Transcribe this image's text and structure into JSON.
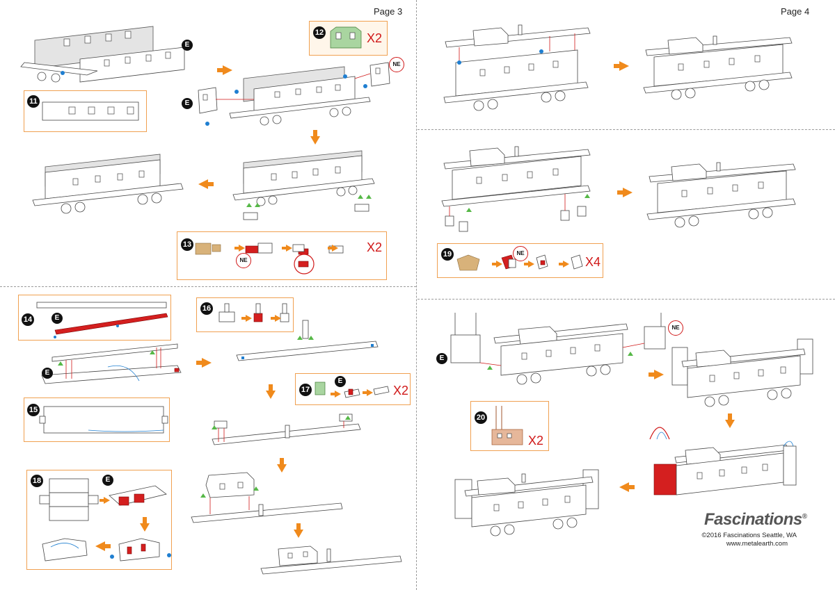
{
  "pages": {
    "left": "Page 3",
    "right": "Page 4"
  },
  "tags": {
    "e": "E",
    "ne": "NE"
  },
  "steps": {
    "s11": {
      "num": "11"
    },
    "s12": {
      "num": "12",
      "mult": "X2"
    },
    "s13": {
      "num": "13",
      "mult": "X2"
    },
    "s14": {
      "num": "14"
    },
    "s15": {
      "num": "15"
    },
    "s16": {
      "num": "16"
    },
    "s17": {
      "num": "17",
      "mult": "X2"
    },
    "s18": {
      "num": "18"
    },
    "s19": {
      "num": "19",
      "mult": "X4"
    },
    "s20": {
      "num": "20",
      "mult": "X2"
    }
  },
  "brand": {
    "name": "Fascinations",
    "reg": "®",
    "copyright": "©2016 Fascinations Seattle, WA",
    "url": "www.metalearth.com"
  },
  "colors": {
    "arrow": "#f08a1c",
    "accent_red": "#d01818",
    "box_border": "#f0a050"
  }
}
